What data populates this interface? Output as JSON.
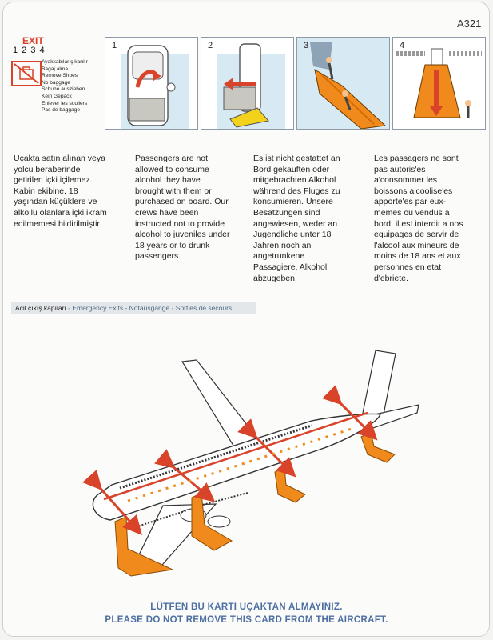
{
  "aircraft_model": "A321",
  "exit_legend": {
    "title": "EXIT",
    "numbers": "1 2 3 4",
    "items": [
      "Ayakkabılar çıkarılır",
      "Bagaj alma",
      "Remove Shoes",
      "No baggage",
      "Schuhe ausziehen",
      "Kein Gepack",
      "Enlever les souliers",
      "Pas de baggage"
    ]
  },
  "steps": [
    {
      "number": "1"
    },
    {
      "number": "2"
    },
    {
      "number": "3"
    },
    {
      "number": "4"
    }
  ],
  "alcohol_notice": {
    "turkish": "Uçakta satın alınan veya yolcu beraberinde getirilen içki içilemez. Kabin ekibine, 18 yaşından küçüklere ve alkollü olanlara içki ikram edilmemesi bildirilmiştir.",
    "english": "Passengers are not allowed to consume alcohol they have brought with them or purchased on board. Our crews have been instructed not to provide alcohol to juveniles under 18 years or to drunk passengers.",
    "german": "Es ist nicht gestattet an Bord gekauften oder mitgebrachten Alkohol während des Fluges zu konsumieren. Unsere Besatzungen sind angewiesen, weder an Jugendliche unter 18 Jahren noch an angetrunkene Passagiere, Alkohol abzugeben.",
    "french": "Les passagers ne sont pas autoris'es a'consommer les boissons alcoolise'es apporte'es par eux-memes ou vendus a bord. il est interdit a nos equipages de servir de l'alcool aux mineurs de moins de 18 ans et aux personnes en etat d'ebriete."
  },
  "emergency_exits_banner": {
    "turkish": "Acil çıkış kapıları",
    "rest": " - Emergency Exits - Notausgänge - Sorties de secours"
  },
  "footer": {
    "line1": "LÜTFEN BU KARTI UÇAKTAN ALMAYINIZ.",
    "line2": "PLEASE DO NOT REMOVE THIS CARD FROM THE AIRCRAFT."
  },
  "colors": {
    "accent": "#d8432a",
    "slide": "#f08a1c",
    "footer": "#4d6fa2",
    "panel_bg": "#d7e9f3"
  }
}
